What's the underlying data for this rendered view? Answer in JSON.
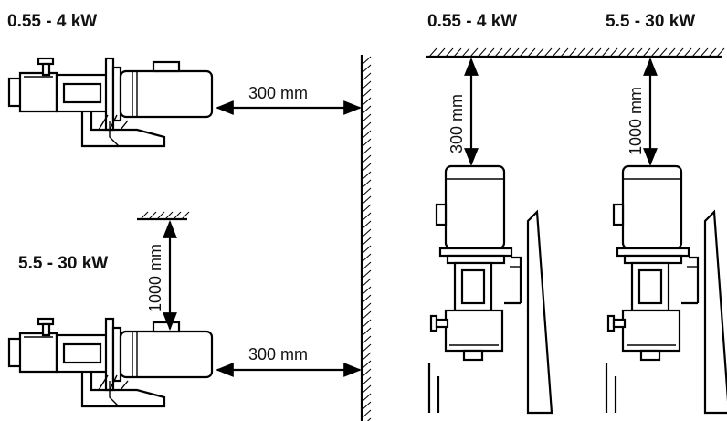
{
  "labels": {
    "h_top_power": "0.55 - 4 kW",
    "h_bottom_power": "5.5 - 30 kW",
    "v_left_power": "0.55 - 4 kW",
    "v_right_power": "5.5 - 30 kW"
  },
  "dimensions": {
    "h_top_side": "300 mm",
    "h_bottom_side": "300 mm",
    "h_bottom_top": "1000 mm",
    "v_left_top": "300 mm",
    "v_right_top": "1000 mm"
  }
}
